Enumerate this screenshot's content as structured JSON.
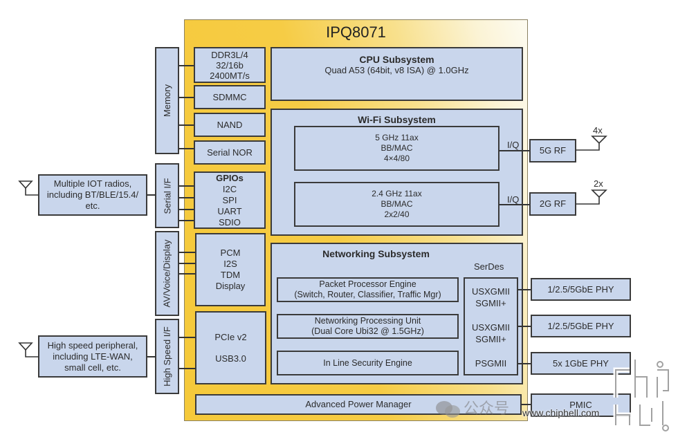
{
  "chip": {
    "title": "IPQ8071"
  },
  "memory": {
    "group_label": "Memory",
    "items": [
      {
        "lines": [
          "DDR3L/4",
          "32/16b",
          "2400MT/s"
        ]
      },
      {
        "lines": [
          "SDMMC"
        ]
      },
      {
        "lines": [
          "NAND"
        ]
      },
      {
        "lines": [
          "Serial NOR"
        ]
      }
    ]
  },
  "serial_if": {
    "group_label": "Serial I/F",
    "block": {
      "title": "GPIOs",
      "lines": [
        "I2C",
        "SPI",
        "UART",
        "SDIO"
      ]
    },
    "external": {
      "lines": [
        "Multiple IOT radios,",
        "including BT/BLE/15.4/",
        "etc."
      ]
    }
  },
  "av": {
    "group_label": "AV/Voice/Display",
    "block": {
      "lines": [
        "PCM",
        "I2S",
        "TDM",
        "Display"
      ]
    }
  },
  "high_speed": {
    "group_label": "High Speed I/F",
    "block": {
      "lines": [
        "PCIe v2",
        "USB3.0"
      ]
    },
    "external": {
      "lines": [
        "High speed peripheral,",
        "including LTE-WAN,",
        "small cell, etc."
      ]
    }
  },
  "cpu": {
    "title": "CPU Subsystem",
    "subtitle": "Quad A53 (64bit, v8 ISA) @ 1.0GHz"
  },
  "wifi": {
    "title": "Wi-Fi Subsystem",
    "radios": [
      {
        "lines": [
          "5 GHz 11ax",
          "BB/MAC",
          "4×4/80"
        ],
        "iface": "I/Q",
        "rf": "5G RF",
        "antennas": "4x"
      },
      {
        "lines": [
          "2.4 GHz 11ax",
          "BB/MAC",
          "2x2/40"
        ],
        "iface": "I/Q",
        "rf": "2G RF",
        "antennas": "2x"
      }
    ]
  },
  "networking": {
    "title": "Networking Subsystem",
    "serdes_label": "SerDes",
    "engines": [
      {
        "lines": [
          "Packet Processor Engine",
          "(Switch, Router, Classifier, Traffic Mgr)"
        ]
      },
      {
        "lines": [
          "Networking Processing Unit",
          "(Dual Core Ubi32 @ 1.5GHz)"
        ]
      },
      {
        "lines": [
          "In Line Security Engine"
        ]
      }
    ],
    "serdes": [
      {
        "lines": [
          "USXGMII",
          "SGMII+"
        ],
        "phy": "1/2.5/5GbE PHY"
      },
      {
        "lines": [
          "USXGMII",
          "SGMII+"
        ],
        "phy": "1/2.5/5GbE PHY"
      },
      {
        "lines": [
          "PSGMII"
        ],
        "phy": "5x 1GbE PHY"
      }
    ]
  },
  "power": {
    "manager": "Advanced Power Manager",
    "pmic": "PMIC"
  },
  "watermarks": {
    "wechat": "公众号",
    "site": "www.chiphell.com",
    "logo": "chip hell"
  }
}
